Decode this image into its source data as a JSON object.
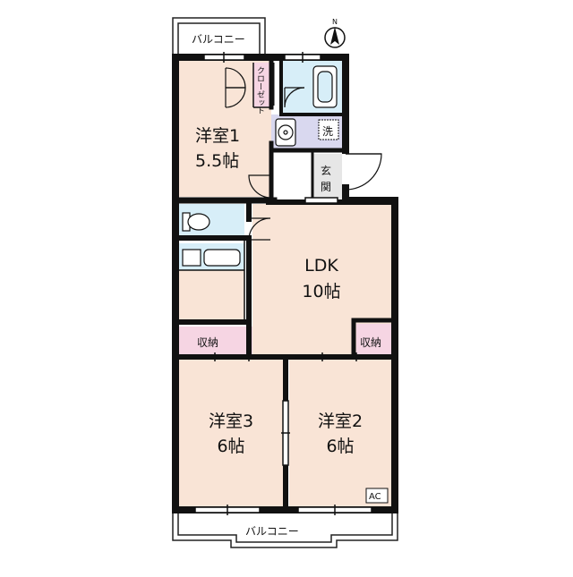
{
  "compass": {
    "label": "N"
  },
  "balconies": {
    "top": "バルコニー",
    "bottom": "バルコニー"
  },
  "rooms": {
    "room1": {
      "name": "洋室1",
      "size": "5.5帖"
    },
    "ldk": {
      "name": "LDK",
      "size": "10帖"
    },
    "room3": {
      "name": "洋室3",
      "size": "6帖"
    },
    "room2": {
      "name": "洋室2",
      "size": "6帖"
    }
  },
  "labels": {
    "closet": "クローゼット",
    "washer": "洗",
    "entrance": [
      "玄",
      "関"
    ],
    "storage_left": "収納",
    "storage_right": "収納",
    "ac": "AC"
  },
  "colors": {
    "room": "#f9e4d6",
    "wet": "#d7eef8",
    "closet": "#f6d5e3",
    "wash": "#d9d8ef",
    "entrance": "#e6e6e6",
    "wall": "#111111"
  }
}
